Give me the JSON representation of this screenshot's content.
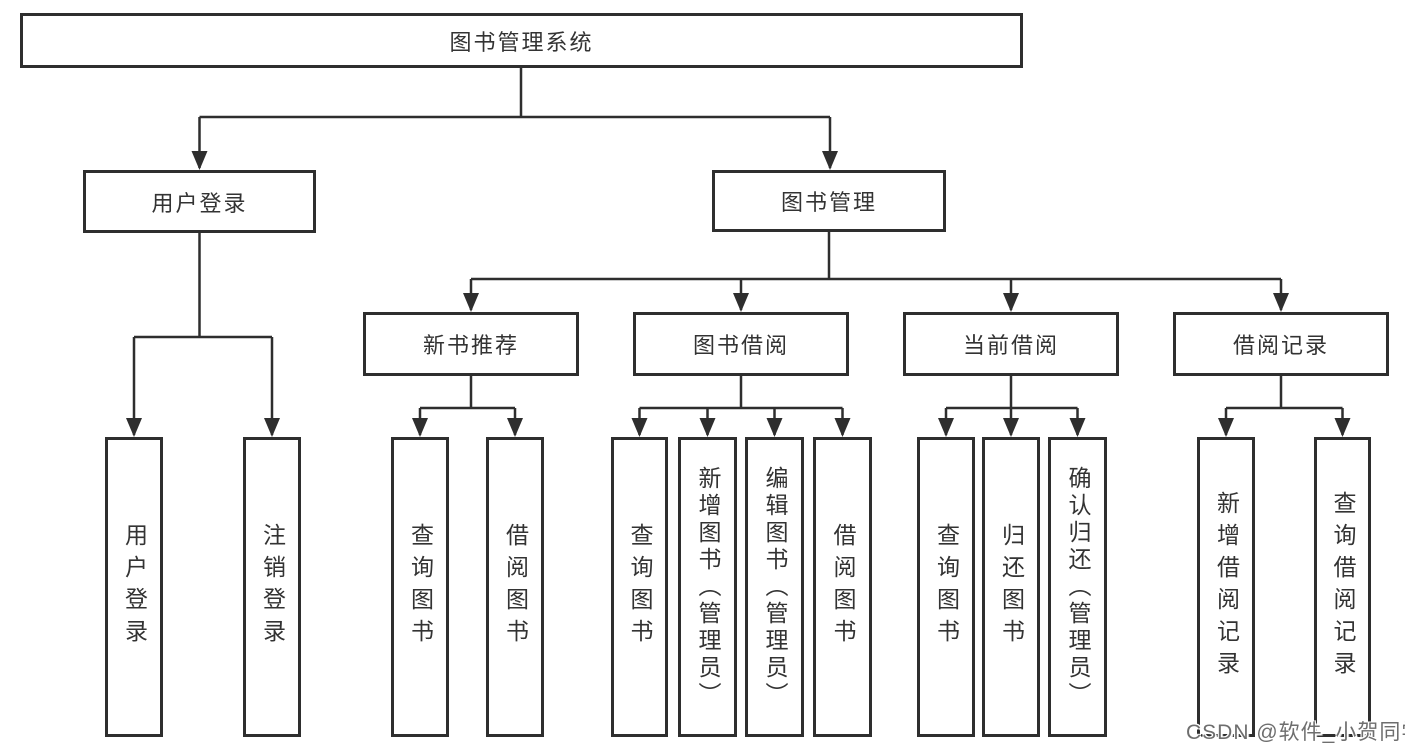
{
  "diagram": {
    "type": "hierarchy-tree",
    "colors": {
      "background": "#ffffff",
      "line": "#2e2e2e",
      "box_border": "#2e2e2e",
      "text": "#333333",
      "watermark_text": "#6e6e6e"
    },
    "tree": {
      "label": "图书管理系统",
      "children": [
        {
          "label": "用户登录",
          "children": [
            {
              "label": "用户登录"
            },
            {
              "label": "注销登录"
            }
          ]
        },
        {
          "label": "图书管理",
          "children": [
            {
              "label": "新书推荐",
              "children": [
                {
                  "label": "查询图书"
                },
                {
                  "label": "借阅图书"
                }
              ]
            },
            {
              "label": "图书借阅",
              "children": [
                {
                  "label": "查询图书"
                },
                {
                  "label": "新增图书（管理员）"
                },
                {
                  "label": "编辑图书（管理员）"
                },
                {
                  "label": "借阅图书"
                }
              ]
            },
            {
              "label": "当前借阅",
              "children": [
                {
                  "label": "查询图书"
                },
                {
                  "label": "归还图书"
                },
                {
                  "label": "确认归还（管理员）"
                }
              ]
            },
            {
              "label": "借阅记录",
              "children": [
                {
                  "label": "新增借阅记录"
                },
                {
                  "label": "查询借阅记录"
                }
              ]
            }
          ]
        }
      ]
    },
    "watermark": "CSDN @软件_小贺同学"
  }
}
